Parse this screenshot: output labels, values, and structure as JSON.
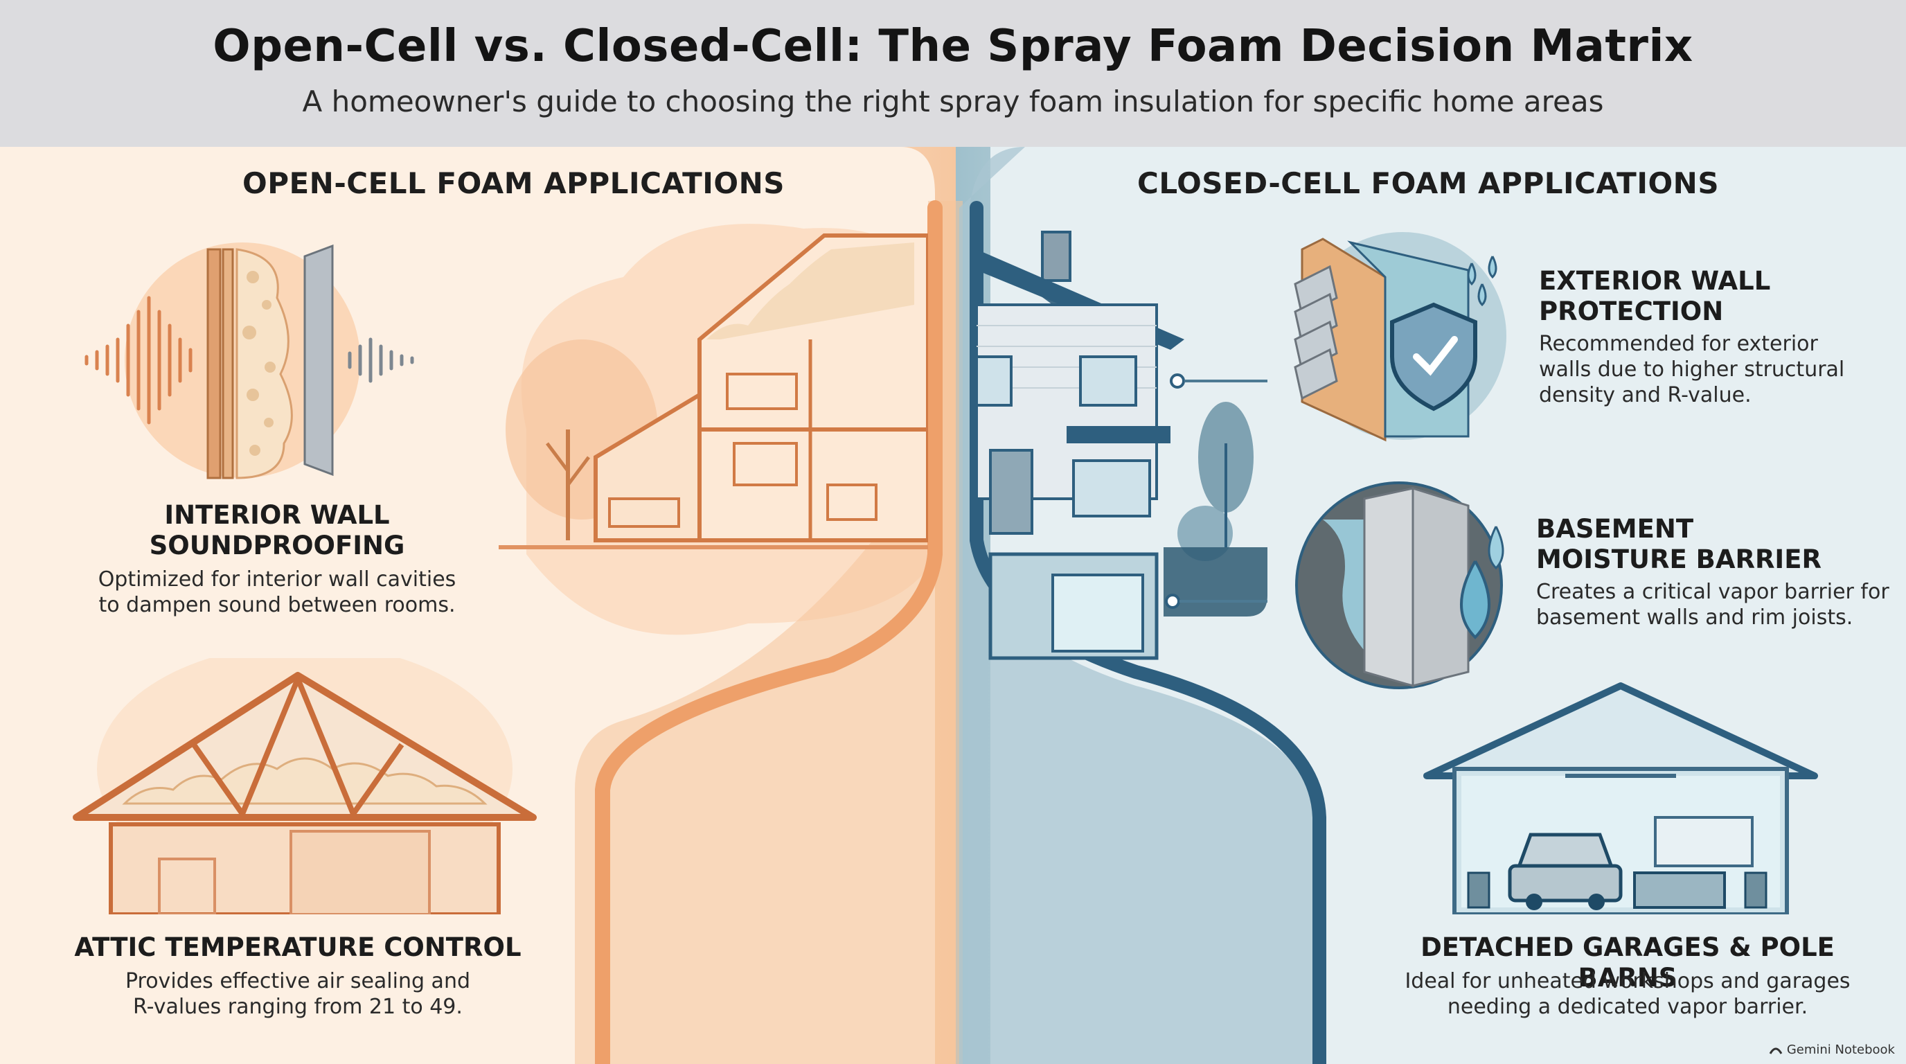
{
  "header": {
    "title": "Open-Cell vs. Closed-Cell: The Spray Foam Decision Matrix",
    "subtitle": "A homeowner's guide to choosing the right spray foam insulation for specific home areas"
  },
  "open_cell": {
    "heading": "OPEN-CELL FOAM APPLICATIONS",
    "accent_color": "#e8956a",
    "items": [
      {
        "title_line1": "INTERIOR WALL",
        "title_line2": "SOUNDPROOFING",
        "desc_line1": "Optimized for interior wall cavities",
        "desc_line2": "to dampen sound between rooms.",
        "icon": "soundwave-wall-icon"
      },
      {
        "title_line1": "ATTIC TEMPERATURE CONTROL",
        "desc_line1": "Provides effective air sealing and",
        "desc_line2": "R-values ranging from 21 to 49.",
        "icon": "attic-truss-icon"
      }
    ]
  },
  "closed_cell": {
    "heading": "CLOSED-CELL FOAM APPLICATIONS",
    "accent_color": "#2e5f7f",
    "items": [
      {
        "title_line1": "EXTERIOR WALL",
        "title_line2": "PROTECTION",
        "desc_line1": "Recommended for exterior",
        "desc_line2": "walls due to higher structural",
        "desc_line3": "density and R-value.",
        "icon": "shield-wall-icon"
      },
      {
        "title_line1": "BASEMENT",
        "title_line2": "MOISTURE BARRIER",
        "desc_line1": "Creates a critical vapor barrier for",
        "desc_line2": "basement walls and rim joists.",
        "icon": "water-drop-icon"
      },
      {
        "title_line1": "DETACHED GARAGES & POLE BARNS",
        "desc_line1": "Ideal for unheated workshops and garages",
        "desc_line2": "needing a dedicated vapor barrier.",
        "icon": "garage-icon"
      }
    ]
  },
  "footer": {
    "label": "Gemini Notebook"
  }
}
